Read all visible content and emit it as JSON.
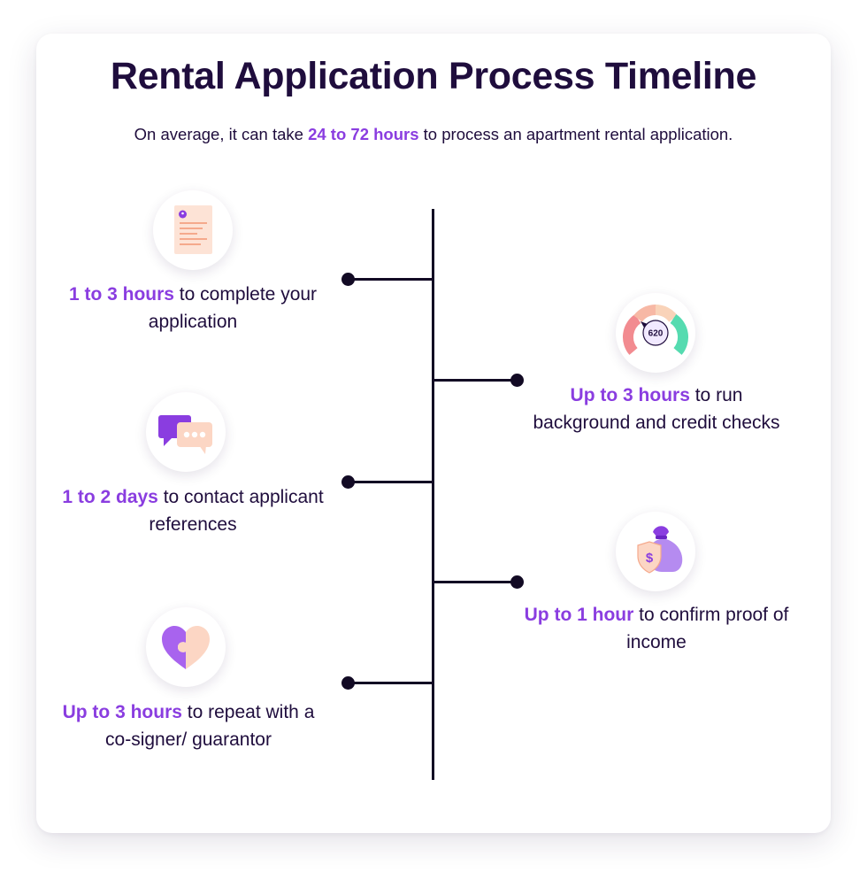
{
  "header": {
    "title": "Rental Application Process Timeline",
    "subtitle_pre": "On average, it can take ",
    "subtitle_highlight": "24 to 72 hours",
    "subtitle_post": " to process an apartment rental application."
  },
  "colors": {
    "highlight": "#8a3de0",
    "text": "#1f0d3d",
    "line": "#120a24"
  },
  "steps": [
    {
      "highlight": "1 to 3 hours",
      "text": " to complete your application",
      "icon": "application-document-icon",
      "side": "left"
    },
    {
      "highlight": "Up to 3 hours",
      "text": " to run background and credit checks",
      "icon": "credit-score-gauge-icon",
      "gauge_value": "620",
      "side": "right"
    },
    {
      "highlight": "1 to 2 days",
      "text": " to contact applicant references",
      "icon": "chat-bubbles-icon",
      "side": "left"
    },
    {
      "highlight": "Up to 1 hour",
      "text": " to confirm proof of income",
      "icon": "money-bag-shield-icon",
      "side": "right"
    },
    {
      "highlight": "Up to 3 hours",
      "text": " to repeat with a co-signer/ guarantor",
      "icon": "puzzle-heart-icon",
      "side": "left"
    }
  ]
}
